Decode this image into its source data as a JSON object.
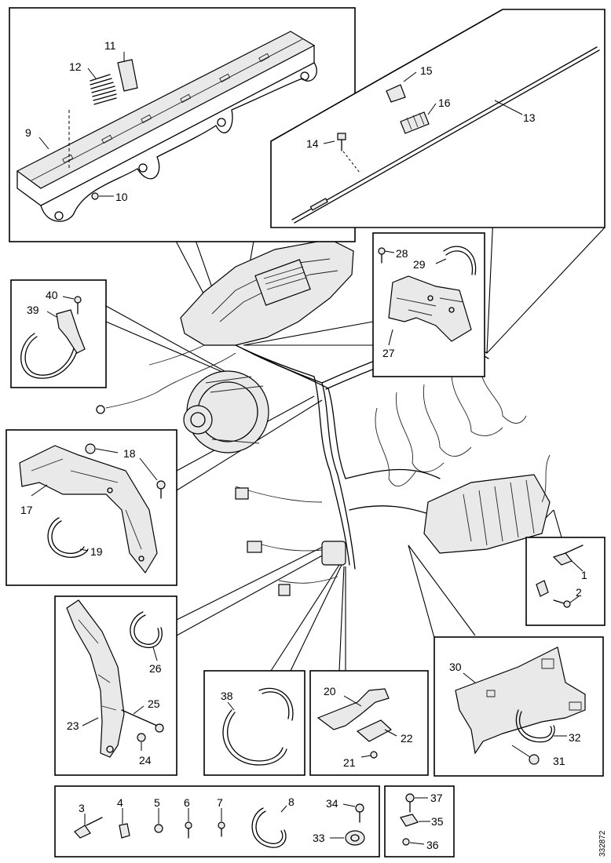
{
  "document_id": "332872",
  "labels": {
    "p1": "1",
    "p2": "2",
    "p3": "3",
    "p4": "4",
    "p5": "5",
    "p6": "6",
    "p7": "7",
    "p8": "8",
    "p9": "9",
    "p10": "10",
    "p11": "11",
    "p12": "12",
    "p13": "13",
    "p14": "14",
    "p15": "15",
    "p16": "16",
    "p17": "17",
    "p18": "18",
    "p19": "19",
    "p20": "20",
    "p21": "21",
    "p22": "22",
    "p23": "23",
    "p24": "24",
    "p25": "25",
    "p26": "26",
    "p27": "27",
    "p28": "28",
    "p29": "29",
    "p30": "30",
    "p31": "31",
    "p32": "32",
    "p33": "33",
    "p34": "34",
    "p35": "35",
    "p36": "36",
    "p37": "37",
    "p38": "38",
    "p39": "39",
    "p40": "40"
  }
}
